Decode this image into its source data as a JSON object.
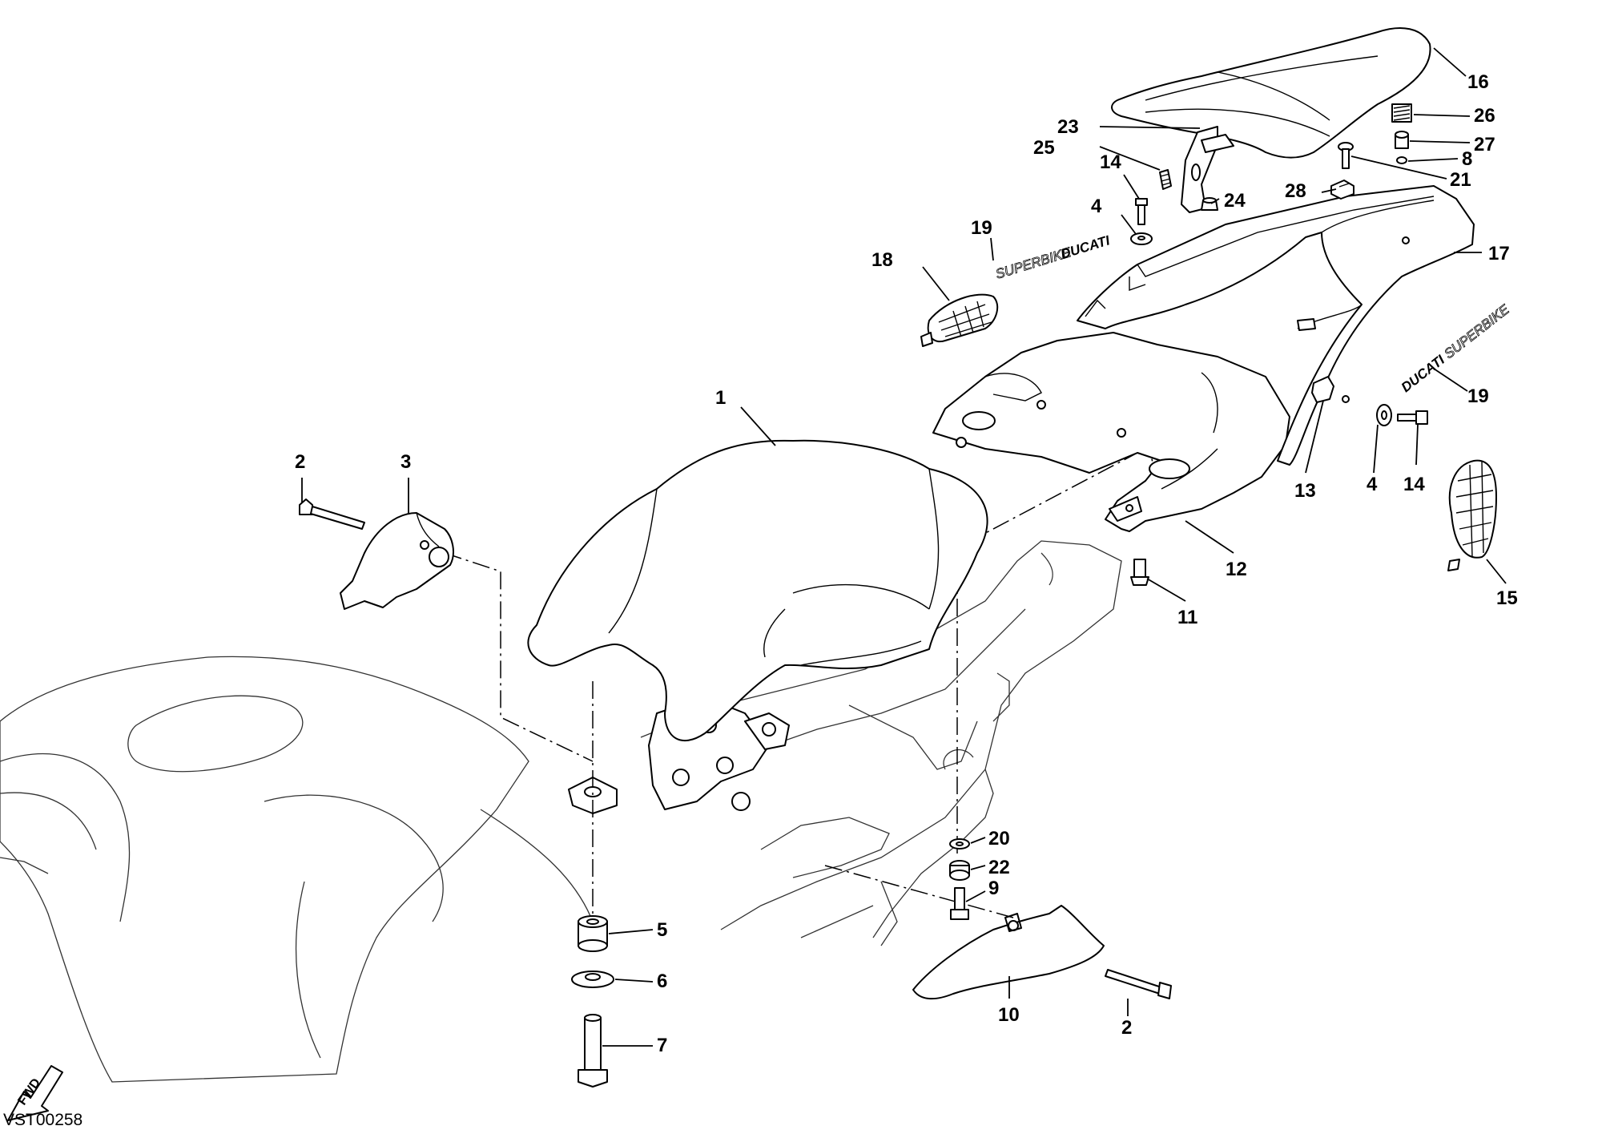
{
  "drawing_code": "VST00258",
  "fwd_label": "FWD",
  "decal": {
    "brand": "DUCATI",
    "model": "SUPERBIKE"
  },
  "callouts": {
    "p1": "1",
    "p2a": "2",
    "p2b": "2",
    "p3": "3",
    "p4a": "4",
    "p4b": "4",
    "p5": "5",
    "p6": "6",
    "p7": "7",
    "p8": "8",
    "p9": "9",
    "p10": "10",
    "p11": "11",
    "p12": "12",
    "p13": "13",
    "p14a": "14",
    "p14b": "14",
    "p15": "15",
    "p16": "16",
    "p17": "17",
    "p18": "18",
    "p19a": "19",
    "p19b": "19",
    "p20": "20",
    "p21": "21",
    "p22": "22",
    "p23": "23",
    "p24": "24",
    "p25": "25",
    "p26": "26",
    "p27": "27",
    "p28": "28"
  }
}
